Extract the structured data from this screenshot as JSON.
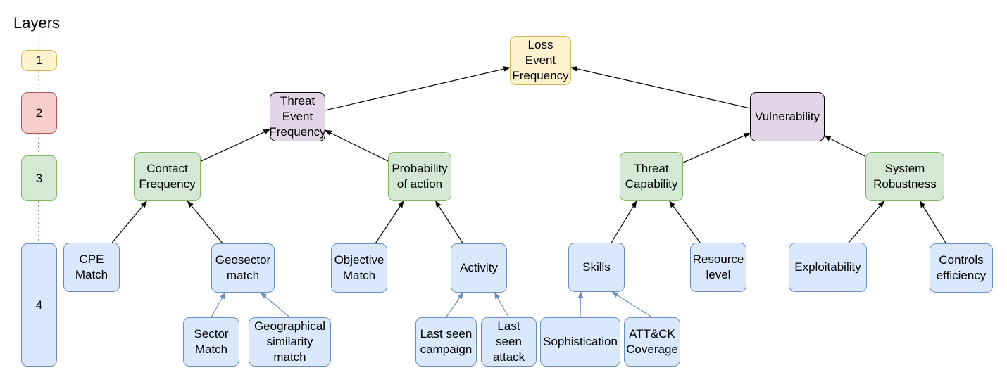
{
  "legend": {
    "title": "Layers",
    "layers": [
      {
        "id": "layer-1",
        "label": "1",
        "color": "yellow"
      },
      {
        "id": "layer-2",
        "label": "2",
        "color": "red"
      },
      {
        "id": "layer-3",
        "label": "3",
        "color": "green"
      },
      {
        "id": "layer-4",
        "label": "4",
        "color": "blue"
      }
    ]
  },
  "colors": {
    "yellow": {
      "fill": "#fff2cc",
      "stroke": "#d6b656"
    },
    "red": {
      "fill": "#f8cecc",
      "stroke": "#b85450"
    },
    "green": {
      "fill": "#d5e8d4",
      "stroke": "#82b366"
    },
    "purple": {
      "fill": "#e1d5e7",
      "stroke": "#000000"
    },
    "blue": {
      "fill": "#dae8fc",
      "stroke": "#6c8ebf"
    },
    "arrow_black": "#000000",
    "arrow_blue": "#6c8ebf"
  },
  "nodes": [
    {
      "id": "loss-event-frequency",
      "label": "Loss\nEvent\nFrequency",
      "color": "yellow"
    },
    {
      "id": "threat-event-frequency",
      "label": "Threat\nEvent\nFrequency",
      "color": "purple"
    },
    {
      "id": "vulnerability",
      "label": "Vulnerability",
      "color": "purple"
    },
    {
      "id": "contact-frequency",
      "label": "Contact\nFrequency",
      "color": "green"
    },
    {
      "id": "probability-of-action",
      "label": "Probability\nof action",
      "color": "green"
    },
    {
      "id": "threat-capability",
      "label": "Threat\nCapability",
      "color": "green"
    },
    {
      "id": "system-robustness",
      "label": "System\nRobustness",
      "color": "green"
    },
    {
      "id": "cpe-match",
      "label": "CPE\nMatch",
      "color": "blue"
    },
    {
      "id": "geosector-match",
      "label": "Geosector\nmatch",
      "color": "blue"
    },
    {
      "id": "objective-match",
      "label": "Objective\nMatch",
      "color": "blue"
    },
    {
      "id": "activity",
      "label": "Activity",
      "color": "blue"
    },
    {
      "id": "skills",
      "label": "Skills",
      "color": "blue"
    },
    {
      "id": "resource-level",
      "label": "Resource\nlevel",
      "color": "blue"
    },
    {
      "id": "exploitability",
      "label": "Exploitability",
      "color": "blue"
    },
    {
      "id": "controls-efficiency",
      "label": "Controls\nefficiency",
      "color": "blue"
    },
    {
      "id": "sector-match",
      "label": "Sector\nMatch",
      "color": "blue"
    },
    {
      "id": "geographical-similarity-match",
      "label": "Geographical\nsimilarity\nmatch",
      "color": "blue"
    },
    {
      "id": "last-seen-campaign",
      "label": "Last seen\ncampaign",
      "color": "blue"
    },
    {
      "id": "last-seen-attack",
      "label": "Last\nseen\nattack",
      "color": "blue"
    },
    {
      "id": "sophistication",
      "label": "Sophistication",
      "color": "blue"
    },
    {
      "id": "attck-coverage",
      "label": "ATT&CK\nCoverage",
      "color": "blue"
    }
  ],
  "edges": [
    {
      "from": "threat-event-frequency",
      "to": "loss-event-frequency",
      "style": "black"
    },
    {
      "from": "vulnerability",
      "to": "loss-event-frequency",
      "style": "black"
    },
    {
      "from": "contact-frequency",
      "to": "threat-event-frequency",
      "style": "black"
    },
    {
      "from": "probability-of-action",
      "to": "threat-event-frequency",
      "style": "black"
    },
    {
      "from": "threat-capability",
      "to": "vulnerability",
      "style": "black"
    },
    {
      "from": "system-robustness",
      "to": "vulnerability",
      "style": "black"
    },
    {
      "from": "cpe-match",
      "to": "contact-frequency",
      "style": "black"
    },
    {
      "from": "geosector-match",
      "to": "contact-frequency",
      "style": "black"
    },
    {
      "from": "objective-match",
      "to": "probability-of-action",
      "style": "black"
    },
    {
      "from": "activity",
      "to": "probability-of-action",
      "style": "black"
    },
    {
      "from": "skills",
      "to": "threat-capability",
      "style": "black"
    },
    {
      "from": "resource-level",
      "to": "threat-capability",
      "style": "black"
    },
    {
      "from": "exploitability",
      "to": "system-robustness",
      "style": "black"
    },
    {
      "from": "controls-efficiency",
      "to": "system-robustness",
      "style": "black"
    },
    {
      "from": "sector-match",
      "to": "geosector-match",
      "style": "blue"
    },
    {
      "from": "geographical-similarity-match",
      "to": "geosector-match",
      "style": "blue"
    },
    {
      "from": "last-seen-campaign",
      "to": "activity",
      "style": "blue"
    },
    {
      "from": "last-seen-attack",
      "to": "activity",
      "style": "blue"
    },
    {
      "from": "sophistication",
      "to": "skills",
      "style": "blue"
    },
    {
      "from": "attck-coverage",
      "to": "skills",
      "style": "blue"
    }
  ]
}
